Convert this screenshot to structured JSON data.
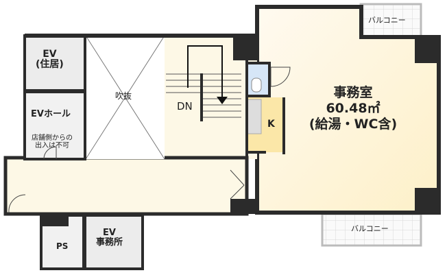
{
  "rooms": {
    "ev_residence": "EV\n(住居)",
    "ev_residence_line1": "EV",
    "ev_residence_line2": "(住居)",
    "atrium": "吹抜",
    "ev_hall": "EVホール",
    "ev_hall_note_line1": "店舗側からの",
    "ev_hall_note_line2": "出入は不可",
    "stairs": "DN",
    "kitchen": "K",
    "office_name": "事務室",
    "office_area": "60.48㎡",
    "office_note": "(給湯・WC含)",
    "balcony_top": "バルコニー",
    "balcony_bottom": "バルコニー",
    "ps": "PS",
    "ev_office_line1": "EV",
    "ev_office_line2": "事務所"
  },
  "colors": {
    "wall": "#2b2b2b",
    "floor": "#fdf6dc",
    "kitchen": "#fbe7a8",
    "wc": "#d6e6f7",
    "ev": "#e9e9e9",
    "balcony": "#f4f4f4"
  }
}
